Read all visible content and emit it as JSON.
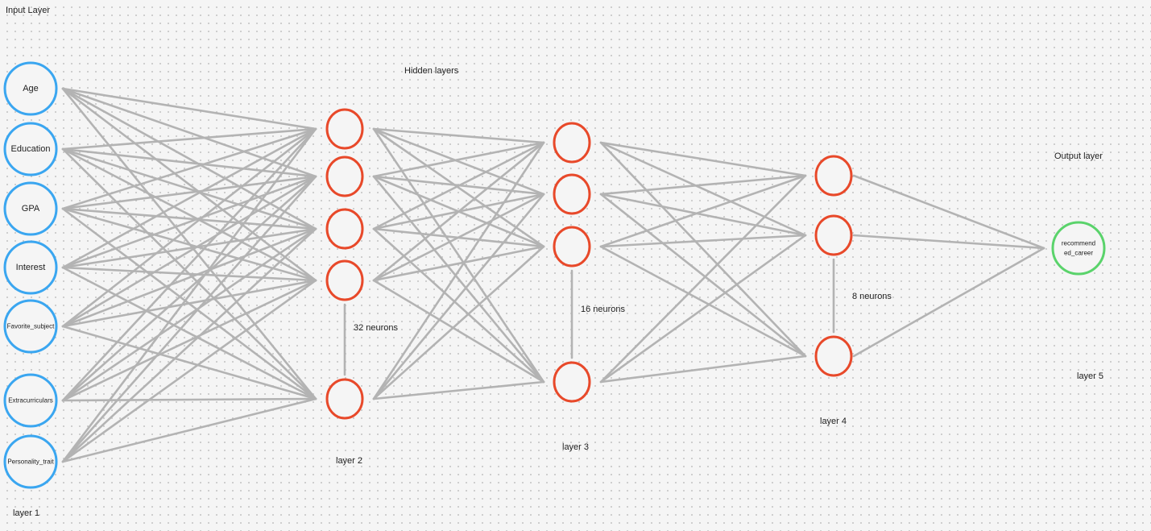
{
  "labels": {
    "input_layer": "Input Layer",
    "hidden_layers": "Hidden layers",
    "output_layer": "Output layer",
    "layer1": "layer 1",
    "layer2": "layer 2",
    "layer3": "layer 3",
    "layer4": "layer 4",
    "layer5": "layer 5",
    "neurons_32": "32 neurons",
    "neurons_16": "16 neurons",
    "neurons_8": "8 neurons"
  },
  "input_nodes": [
    "Age",
    "Education",
    "GPA",
    "Interest",
    "Favorite_subject",
    "Extracurriculars",
    "Personality_trait"
  ],
  "output_nodes": [
    "recommend",
    "ed_career"
  ],
  "colors": {
    "input_node": "#3aa6f0",
    "hidden_node": "#e8492a",
    "output_node": "#5ad36b",
    "edge": "#b3b3b3",
    "background": "#f5f5f5"
  }
}
